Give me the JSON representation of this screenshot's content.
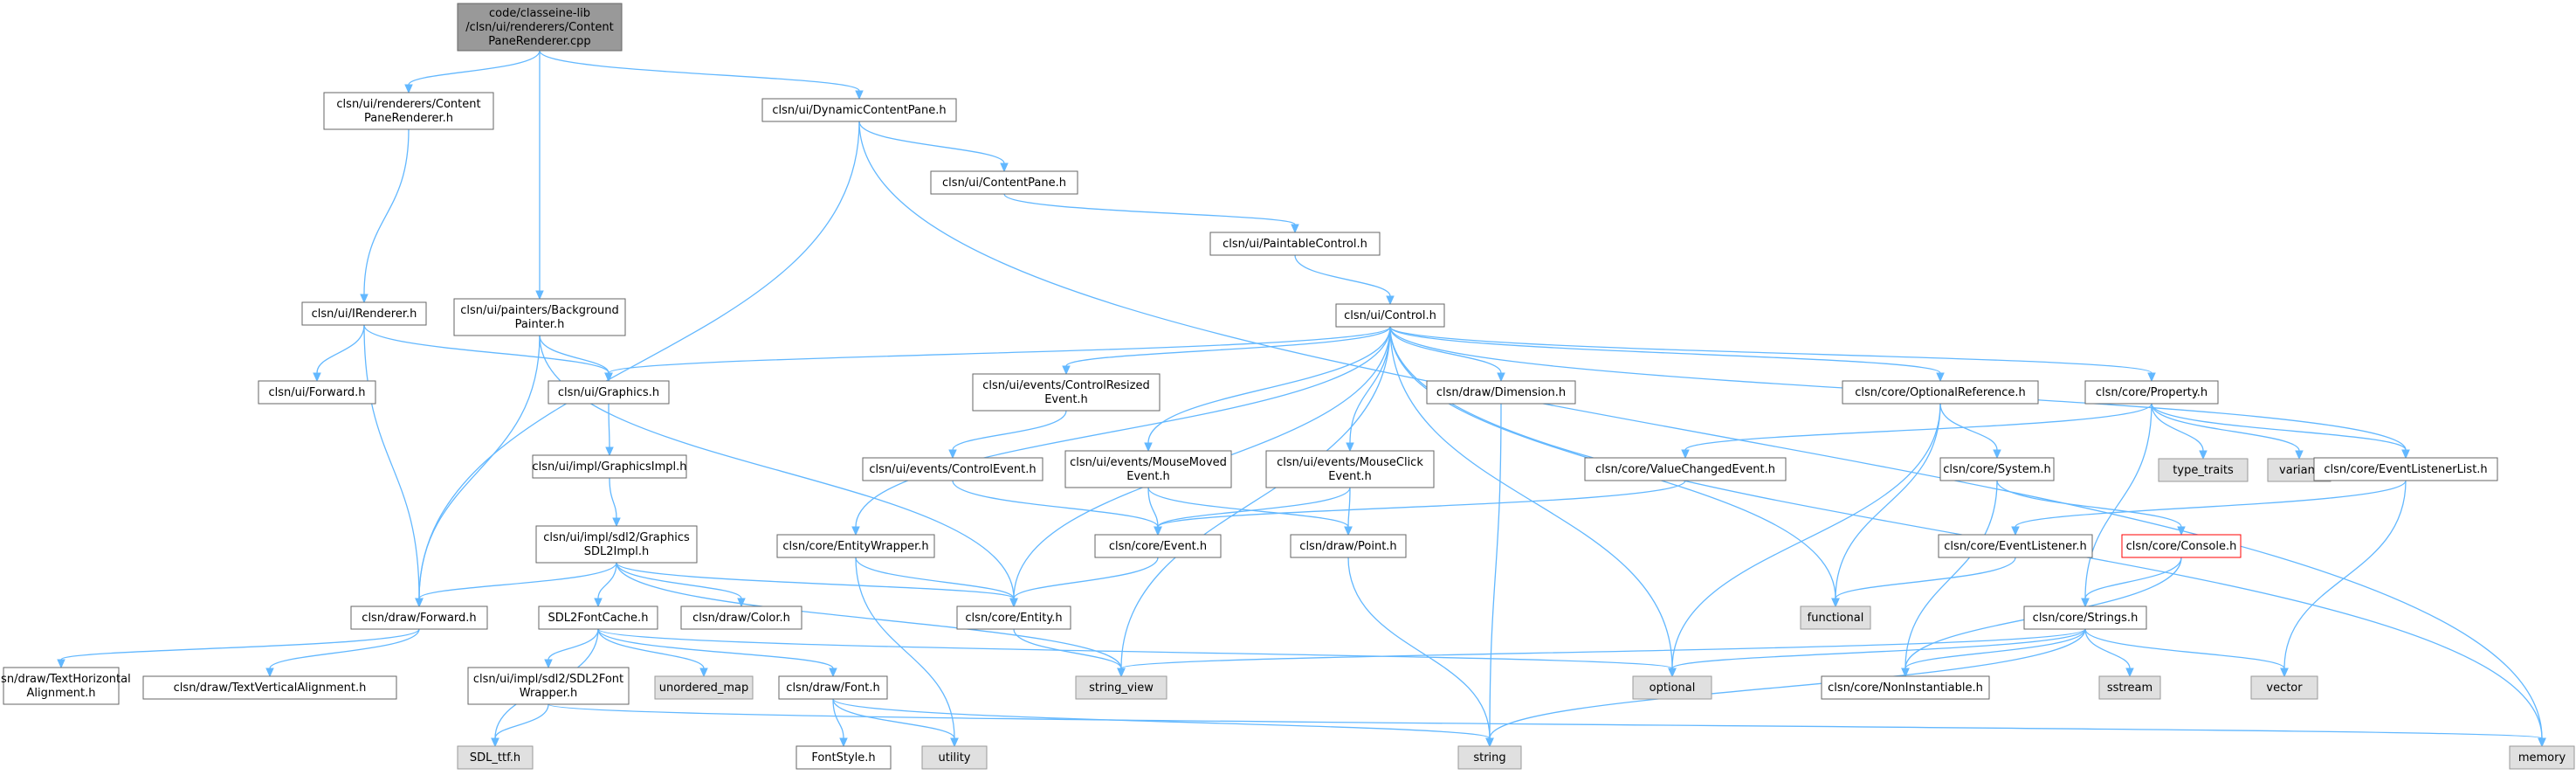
{
  "colors": {
    "edge": "#63b8ff",
    "root_fill": "#999999",
    "node_fill": "#ffffff",
    "external_fill": "#e0e0e0",
    "truncated_border": "#ff0000"
  },
  "nodes": [
    {
      "id": "root",
      "kind": "root",
      "lines": [
        "code/classeine-lib",
        "/clsn/ui/renderers/Content",
        "PaneRenderer.cpp"
      ]
    },
    {
      "id": "cpr_h",
      "kind": "normal",
      "lines": [
        "clsn/ui/renderers/Content",
        "PaneRenderer.h"
      ]
    },
    {
      "id": "dcp",
      "kind": "normal",
      "lines": [
        "clsn/ui/DynamicContentPane.h"
      ]
    },
    {
      "id": "cp",
      "kind": "normal",
      "lines": [
        "clsn/ui/ContentPane.h"
      ]
    },
    {
      "id": "pc",
      "kind": "normal",
      "lines": [
        "clsn/ui/PaintableControl.h"
      ]
    },
    {
      "id": "ctrl",
      "kind": "normal",
      "lines": [
        "clsn/ui/Control.h"
      ]
    },
    {
      "id": "irend",
      "kind": "normal",
      "lines": [
        "clsn/ui/IRenderer.h"
      ]
    },
    {
      "id": "bgp",
      "kind": "normal",
      "lines": [
        "clsn/ui/painters/Background",
        "Painter.h"
      ]
    },
    {
      "id": "uifwd",
      "kind": "normal",
      "lines": [
        "clsn/ui/Forward.h"
      ]
    },
    {
      "id": "gfx",
      "kind": "normal",
      "lines": [
        "clsn/ui/Graphics.h"
      ]
    },
    {
      "id": "crev",
      "kind": "normal",
      "lines": [
        "clsn/ui/events/ControlResized",
        "Event.h"
      ]
    },
    {
      "id": "dim",
      "kind": "normal",
      "lines": [
        "clsn/draw/Dimension.h"
      ]
    },
    {
      "id": "optref",
      "kind": "normal",
      "lines": [
        "clsn/core/OptionalReference.h"
      ]
    },
    {
      "id": "prop",
      "kind": "normal",
      "lines": [
        "clsn/core/Property.h"
      ]
    },
    {
      "id": "gimpl",
      "kind": "normal",
      "lines": [
        "clsn/ui/impl/GraphicsImpl.h"
      ]
    },
    {
      "id": "cev",
      "kind": "normal",
      "lines": [
        "clsn/ui/events/ControlEvent.h"
      ]
    },
    {
      "id": "mmev",
      "kind": "normal",
      "lines": [
        "clsn/ui/events/MouseMoved",
        "Event.h"
      ]
    },
    {
      "id": "mcev",
      "kind": "normal",
      "lines": [
        "clsn/ui/events/MouseClick",
        "Event.h"
      ]
    },
    {
      "id": "vcev",
      "kind": "normal",
      "lines": [
        "clsn/core/ValueChangedEvent.h"
      ]
    },
    {
      "id": "sys",
      "kind": "normal",
      "lines": [
        "clsn/core/System.h"
      ]
    },
    {
      "id": "tt",
      "kind": "external",
      "lines": [
        "type_traits"
      ]
    },
    {
      "id": "variant",
      "kind": "external",
      "lines": [
        "variant"
      ]
    },
    {
      "id": "ell",
      "kind": "normal",
      "lines": [
        "clsn/core/EventListenerList.h"
      ]
    },
    {
      "id": "sdlgi",
      "kind": "normal",
      "lines": [
        "clsn/ui/impl/sdl2/Graphics",
        "SDL2Impl.h"
      ]
    },
    {
      "id": "ew",
      "kind": "normal",
      "lines": [
        "clsn/core/EntityWrapper.h"
      ]
    },
    {
      "id": "event",
      "kind": "normal",
      "lines": [
        "clsn/core/Event.h"
      ]
    },
    {
      "id": "point",
      "kind": "normal",
      "lines": [
        "clsn/draw/Point.h"
      ]
    },
    {
      "id": "el",
      "kind": "normal",
      "lines": [
        "clsn/core/EventListener.h"
      ]
    },
    {
      "id": "console",
      "kind": "truncated",
      "lines": [
        "clsn/core/Console.h"
      ]
    },
    {
      "id": "dfwd",
      "kind": "normal",
      "lines": [
        "clsn/draw/Forward.h"
      ]
    },
    {
      "id": "sfc",
      "kind": "normal",
      "lines": [
        "SDL2FontCache.h"
      ]
    },
    {
      "id": "color",
      "kind": "normal",
      "lines": [
        "clsn/draw/Color.h"
      ]
    },
    {
      "id": "entity",
      "kind": "normal",
      "lines": [
        "clsn/core/Entity.h"
      ]
    },
    {
      "id": "functional",
      "kind": "external",
      "lines": [
        "functional"
      ]
    },
    {
      "id": "strings",
      "kind": "normal",
      "lines": [
        "clsn/core/Strings.h"
      ]
    },
    {
      "id": "tha",
      "kind": "normal",
      "lines": [
        "clsn/draw/TextHorizontal",
        "Alignment.h"
      ]
    },
    {
      "id": "tva",
      "kind": "normal",
      "lines": [
        "clsn/draw/TextVerticalAlignment.h"
      ]
    },
    {
      "id": "umap",
      "kind": "external",
      "lines": [
        "unordered_map"
      ]
    },
    {
      "id": "font",
      "kind": "normal",
      "lines": [
        "clsn/draw/Font.h"
      ]
    },
    {
      "id": "sfw",
      "kind": "normal",
      "lines": [
        "clsn/ui/impl/sdl2/SDL2Font",
        "Wrapper.h"
      ]
    },
    {
      "id": "sv",
      "kind": "external",
      "lines": [
        "string_view"
      ]
    },
    {
      "id": "optional",
      "kind": "external",
      "lines": [
        "optional"
      ]
    },
    {
      "id": "noninst",
      "kind": "normal",
      "lines": [
        "clsn/core/NonInstantiable.h"
      ]
    },
    {
      "id": "sstream",
      "kind": "external",
      "lines": [
        "sstream"
      ]
    },
    {
      "id": "vector",
      "kind": "external",
      "lines": [
        "vector"
      ]
    },
    {
      "id": "ttf",
      "kind": "external",
      "lines": [
        "SDL_ttf.h"
      ]
    },
    {
      "id": "fstyle",
      "kind": "normal",
      "lines": [
        "FontStyle.h"
      ]
    },
    {
      "id": "utility",
      "kind": "external",
      "lines": [
        "utility"
      ]
    },
    {
      "id": "string",
      "kind": "external",
      "lines": [
        "string"
      ]
    },
    {
      "id": "memory",
      "kind": "external",
      "lines": [
        "memory"
      ]
    }
  ],
  "edges": [
    [
      "root",
      "cpr_h"
    ],
    [
      "root",
      "bgp"
    ],
    [
      "root",
      "dcp"
    ],
    [
      "cpr_h",
      "irend"
    ],
    [
      "dcp",
      "cp"
    ],
    [
      "dcp",
      "dfwd"
    ],
    [
      "dcp",
      "memory"
    ],
    [
      "cp",
      "pc"
    ],
    [
      "pc",
      "ctrl"
    ],
    [
      "irend",
      "uifwd"
    ],
    [
      "irend",
      "gfx"
    ],
    [
      "irend",
      "dfwd"
    ],
    [
      "bgp",
      "gfx"
    ],
    [
      "bgp",
      "dfwd"
    ],
    [
      "bgp",
      "entity"
    ],
    [
      "ctrl",
      "gfx"
    ],
    [
      "ctrl",
      "crev"
    ],
    [
      "ctrl",
      "dim"
    ],
    [
      "ctrl",
      "optref"
    ],
    [
      "ctrl",
      "prop"
    ],
    [
      "ctrl",
      "mmev"
    ],
    [
      "ctrl",
      "mcev"
    ],
    [
      "ctrl",
      "ew"
    ],
    [
      "ctrl",
      "entity"
    ],
    [
      "ctrl",
      "sv"
    ],
    [
      "ctrl",
      "optional"
    ],
    [
      "ctrl",
      "functional"
    ],
    [
      "ctrl",
      "ell"
    ],
    [
      "ctrl",
      "memory"
    ],
    [
      "gfx",
      "gimpl"
    ],
    [
      "gimpl",
      "sdlgi"
    ],
    [
      "crev",
      "cev"
    ],
    [
      "cev",
      "event"
    ],
    [
      "mmev",
      "event"
    ],
    [
      "mmev",
      "point"
    ],
    [
      "mcev",
      "event"
    ],
    [
      "mcev",
      "point"
    ],
    [
      "dim",
      "string"
    ],
    [
      "optref",
      "sys"
    ],
    [
      "optref",
      "optional"
    ],
    [
      "optref",
      "functional"
    ],
    [
      "prop",
      "vcev"
    ],
    [
      "prop",
      "tt"
    ],
    [
      "prop",
      "variant"
    ],
    [
      "prop",
      "ell"
    ],
    [
      "prop",
      "strings"
    ],
    [
      "vcev",
      "event"
    ],
    [
      "sys",
      "console"
    ],
    [
      "sys",
      "noninst"
    ],
    [
      "ell",
      "el"
    ],
    [
      "ell",
      "vector"
    ],
    [
      "el",
      "functional"
    ],
    [
      "console",
      "strings"
    ],
    [
      "console",
      "noninst"
    ],
    [
      "sdlgi",
      "dfwd"
    ],
    [
      "sdlgi",
      "sfc"
    ],
    [
      "sdlgi",
      "color"
    ],
    [
      "sdlgi",
      "entity"
    ],
    [
      "sdlgi",
      "sv"
    ],
    [
      "ew",
      "entity"
    ],
    [
      "ew",
      "utility"
    ],
    [
      "event",
      "entity"
    ],
    [
      "point",
      "string"
    ],
    [
      "entity",
      "sv"
    ],
    [
      "dfwd",
      "tha"
    ],
    [
      "dfwd",
      "tva"
    ],
    [
      "sfc",
      "sfw"
    ],
    [
      "sfc",
      "umap"
    ],
    [
      "sfc",
      "font"
    ],
    [
      "sfc",
      "ttf"
    ],
    [
      "sfc",
      "optional"
    ],
    [
      "sfw",
      "ttf"
    ],
    [
      "sfw",
      "memory"
    ],
    [
      "font",
      "fstyle"
    ],
    [
      "font",
      "utility"
    ],
    [
      "font",
      "string"
    ],
    [
      "strings",
      "sv"
    ],
    [
      "strings",
      "optional"
    ],
    [
      "strings",
      "noninst"
    ],
    [
      "strings",
      "sstream"
    ],
    [
      "strings",
      "vector"
    ],
    [
      "strings",
      "string"
    ]
  ]
}
